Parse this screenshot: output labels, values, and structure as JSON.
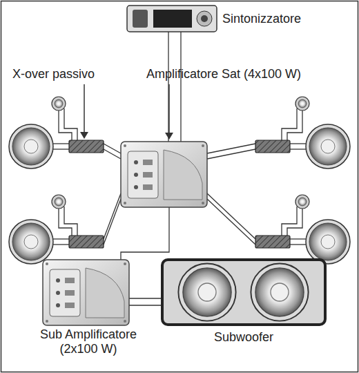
{
  "diagram": {
    "labels": [
      "Sintonizzatore",
      "X-over passivo",
      "Amplificatore Sat (4x100 W)",
      "Sub Amplificatore (2x100 W)",
      "Subwoofer"
    ]
  }
}
